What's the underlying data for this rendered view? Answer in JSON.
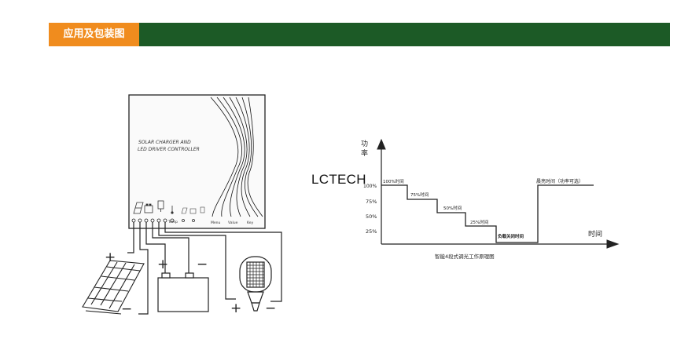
{
  "header": {
    "title": "应用及包装图"
  },
  "controller": {
    "line1": "SOLAR CHARGER AND",
    "line2": "LED DRIVER CONTROLLER",
    "labels": {
      "temp": "Temp",
      "menu": "Menu",
      "value": "Value",
      "key": "Key"
    }
  },
  "wiring": {
    "plus": "+",
    "minus": "−"
  },
  "watermark": "LCTECH",
  "power_chart": {
    "y_axis_label_top": "功",
    "y_axis_label_bottom": "率",
    "x_axis_label": "时间",
    "y_ticks": [
      "100%",
      "75%",
      "50%",
      "25%"
    ],
    "step_labels": [
      "100%时间",
      "75%时间",
      "50%时间",
      "25%时间",
      "负载关闭时间",
      "晨亮时间（功率可选）"
    ],
    "caption": "智能4段式调光工作原理图"
  }
}
